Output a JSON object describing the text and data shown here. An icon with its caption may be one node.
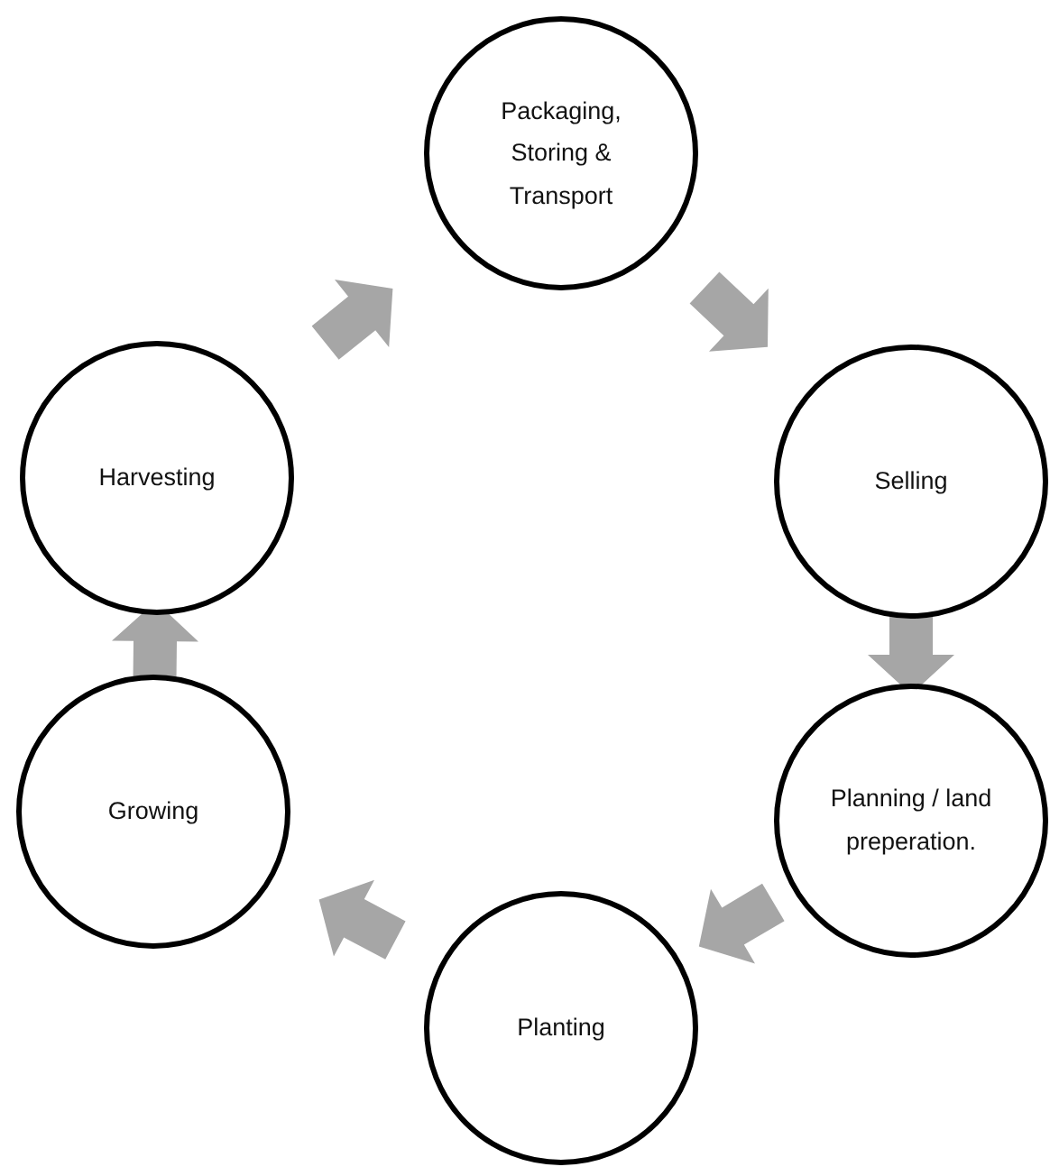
{
  "diagram": {
    "nodes": [
      {
        "text": [
          "Packaging, Storing & Transport"
        ]
      },
      {
        "text": [
          "Selling"
        ]
      },
      {
        "text": [
          "Planning / land preperation."
        ]
      },
      {
        "text": [
          "Planting"
        ]
      },
      {
        "text": [
          "Growing"
        ]
      },
      {
        "text": [
          "Harvesting"
        ]
      }
    ],
    "edges": [
      {
        "from": 0,
        "to": 1,
        "arrow": "to"
      },
      {
        "from": 1,
        "to": 2,
        "arrow": "to"
      },
      {
        "from": 2,
        "to": 3,
        "arrow": "to"
      },
      {
        "from": 3,
        "to": 4,
        "arrow": "to"
      },
      {
        "from": 4,
        "to": 5,
        "arrow": "to"
      },
      {
        "from": 5,
        "to": 0,
        "arrow": "to"
      }
    ]
  }
}
